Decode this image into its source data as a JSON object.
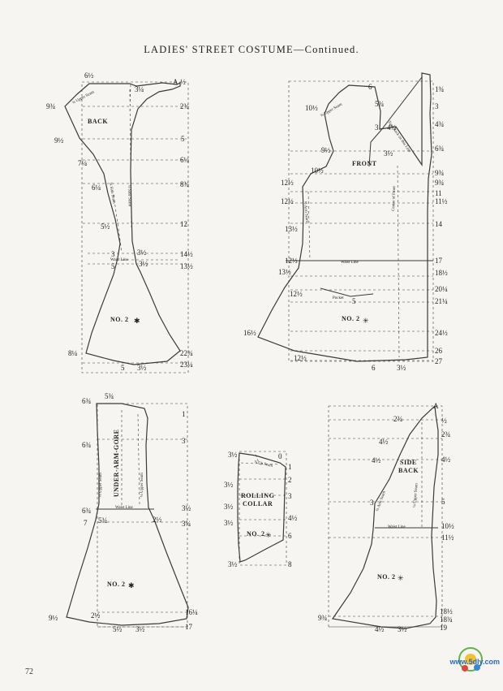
{
  "page": {
    "title": "LADIES' STREET COSTUME—Continued.",
    "page_number": "72",
    "watermark_text": "www.5dly.com"
  },
  "back": {
    "label": "BACK",
    "number": "NO. 2",
    "cw": "¾ Upper Seam",
    "cb": "½ Side Seam",
    "sb": "¼ Side Seam",
    "m": [
      "6½",
      "3¼",
      "A",
      "½",
      "9¾",
      "2¾",
      "9½",
      "5",
      "7¼",
      "6¼",
      "6¼",
      "8¾",
      "5½",
      "12",
      "3",
      "3½",
      "14½",
      "5",
      "3½",
      "13½",
      "Waist Line",
      "8¼",
      "22¾",
      "5",
      "3½",
      "23¼"
    ]
  },
  "front": {
    "label": "FRONT",
    "number": "NO. 2",
    "cw": "⅜ Upper Seam",
    "cb": "½ Arm Seam",
    "sb": "Centre of Front",
    "fold": "Turn Back on this Line",
    "pocket": "Pocket",
    "waist": "Waist Line",
    "m": [
      "6",
      "1¾",
      "10½",
      "5¾",
      "3",
      "3",
      "4½",
      "4¾",
      "9½",
      "3½",
      "6¾",
      "10½",
      "12½",
      "9¾",
      "9¾",
      "11",
      "12½",
      "11½",
      "13½",
      "14",
      "12½",
      "17",
      "13½",
      "18½",
      "20¼",
      "12½",
      "5",
      "21¼",
      "16½",
      "24½",
      "12½",
      "26",
      "6",
      "3½",
      "27"
    ]
  },
  "underarm": {
    "label": "UNDER-ARM-GORE",
    "number": "NO. 2",
    "cw": "½ Upper Seam",
    "cb": "¼ Upper Seam",
    "waist": "Waist Line",
    "m": [
      "5¾",
      "6¾",
      "1",
      "6¾",
      "3",
      "6¾",
      "3½",
      "2½",
      "3¾",
      "7",
      "2½",
      "5¾",
      "9½",
      "16¼",
      "5½",
      "3½",
      "17"
    ]
  },
  "collar": {
    "label1": "ROLLING",
    "label2": "COLLAR",
    "number": "NO. 2",
    "cw": "⅞ Up Seam",
    "m": [
      "3½",
      "0",
      "1",
      "3½",
      "2",
      "3",
      "3½",
      "4½",
      "3½",
      "6",
      "3½",
      "8"
    ]
  },
  "sideback": {
    "label1": "SIDE",
    "label2": "BACK",
    "number": "NO. 2",
    "cw": "¾ Arm Seam",
    "cb": "¼ Upper Seam",
    "waist": "Waist Line",
    "m": [
      "2¾",
      "A",
      "½",
      "2¾",
      "4½",
      "4½",
      "4½",
      "5",
      "10½",
      "3",
      "11½",
      "9¾",
      "18½",
      "4½",
      "3½",
      "18¾",
      "19"
    ]
  }
}
